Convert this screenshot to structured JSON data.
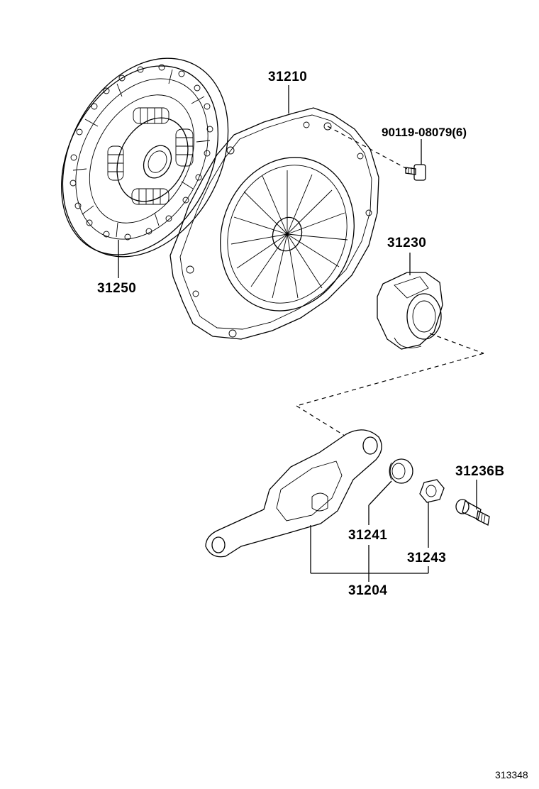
{
  "diagram": {
    "parts": [
      {
        "id": "clutch-disc",
        "number": "31250"
      },
      {
        "id": "clutch-cover",
        "number": "31210"
      },
      {
        "id": "bolt",
        "number": "90119-08079(6)"
      },
      {
        "id": "release-bearing",
        "number": "31230"
      },
      {
        "id": "release-fork-boot",
        "number": "31236B"
      },
      {
        "id": "fork-bushing",
        "number": "31241"
      },
      {
        "id": "fork-retainer",
        "number": "31243"
      },
      {
        "id": "release-fork-sub-assy",
        "number": "31204"
      }
    ],
    "reference_code": "313348"
  }
}
